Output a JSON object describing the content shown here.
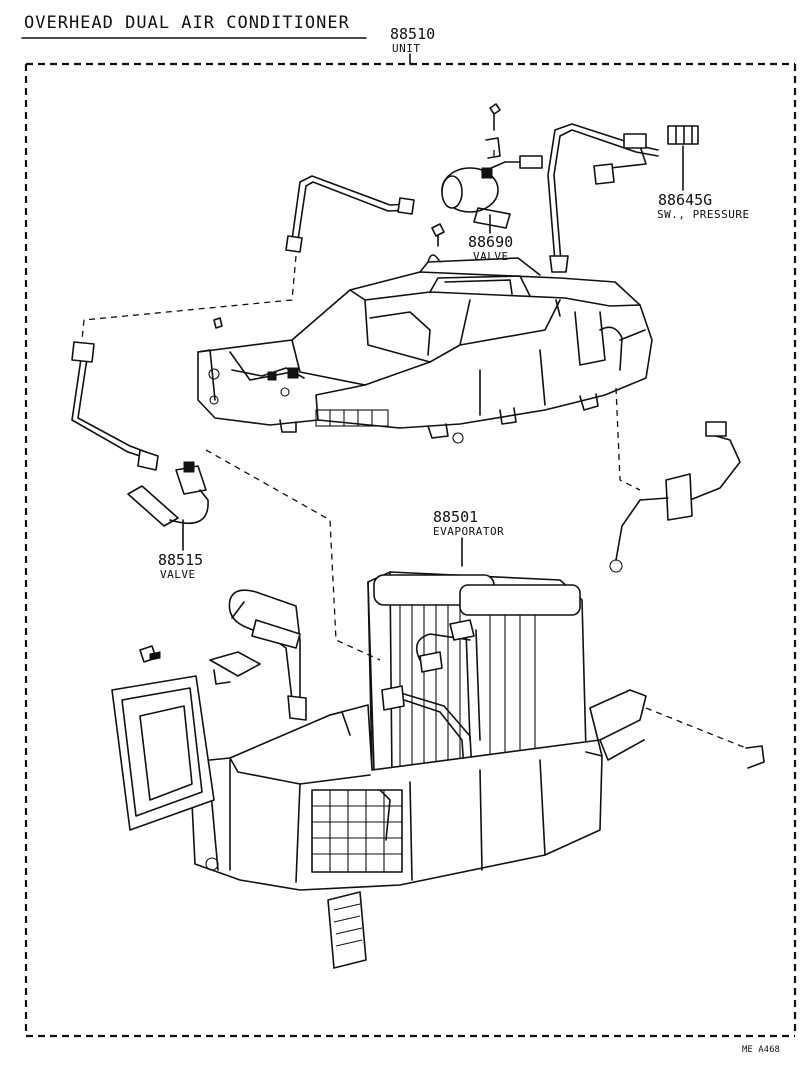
{
  "diagram": {
    "title": "OVERHEAD DUAL AIR CONDITIONER",
    "figure_code": "ME A468",
    "parts": [
      {
        "number": "88510",
        "name": "UNIT"
      },
      {
        "number": "88645G",
        "name": "SW., PRESSURE"
      },
      {
        "number": "88690",
        "name": "VALVE"
      },
      {
        "number": "88515",
        "name": "VALVE"
      },
      {
        "number": "88501",
        "name": "EVAPORATOR"
      }
    ]
  }
}
